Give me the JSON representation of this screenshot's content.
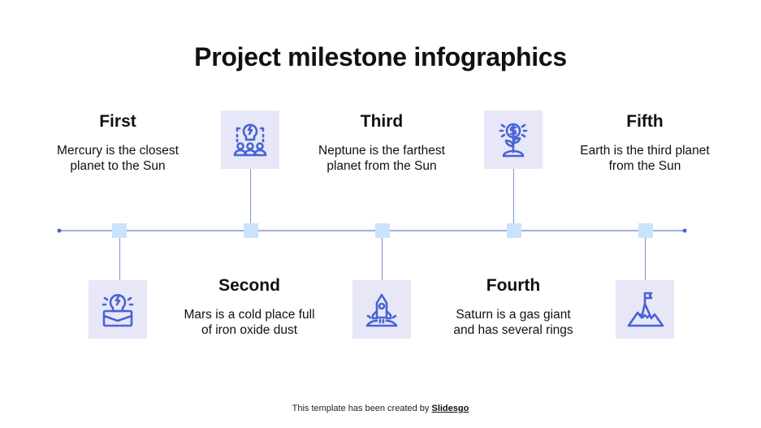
{
  "title": "Project milestone infographics",
  "milestones": [
    {
      "heading": "First",
      "text": "Mercury is the closest planet to the Sun",
      "icon": "idea-team-icon"
    },
    {
      "heading": "Second",
      "text": "Mars is a cold place full of iron oxide dust",
      "icon": "idea-briefcase-icon"
    },
    {
      "heading": "Third",
      "text": "Neptune is the farthest planet from the Sun",
      "icon": "rocket-launch-icon"
    },
    {
      "heading": "Fourth",
      "text": "Saturn is a gas giant and has several rings",
      "icon": "money-plant-icon"
    },
    {
      "heading": "Fifth",
      "text": "Earth is the third planet from the Sun",
      "icon": "mountain-flag-icon"
    }
  ],
  "colors": {
    "accent": "#4a63d3",
    "node": "#c9e3fb",
    "icon_bg": "#e7e7f8",
    "line": "#7e95c9"
  },
  "footer": {
    "prefix": "This template has been created by ",
    "link": "Slidesgo"
  }
}
